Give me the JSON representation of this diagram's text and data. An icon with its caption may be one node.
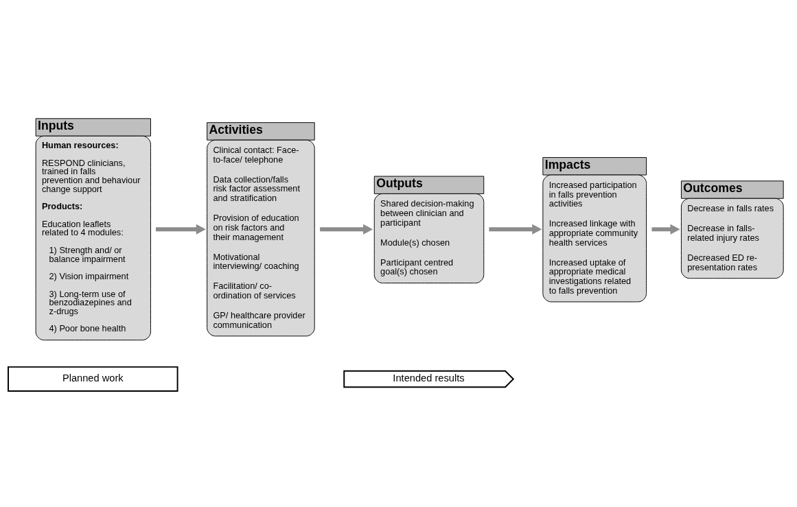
{
  "diagram": {
    "nodes": [
      {
        "text": [
          "Inputs",
          "Human resources:",
          "RESPOND clinicians, trained in falls prevention and behaviour change support",
          "Products:",
          "Education leaflets related to 4 modules:",
          "1) Strength and/ or balance impairment",
          "2) Vision impairment",
          "3) Long-term use of benzodiazepines and z-drugs",
          "4) Poor bone health"
        ]
      },
      {
        "text": [
          "Activities",
          "Clinical contact: Face-to-face/ telephone",
          "Data collection/falls risk factor assessment and stratification",
          "Provision of education on risk factors and their management",
          "Motivational interviewing/ coaching",
          "Facilitation/ co-ordination of services",
          "GP/ healthcare provider communication"
        ]
      },
      {
        "text": [
          "Outputs",
          "Shared decision-making between clinician and participant",
          "Module(s) chosen",
          "Participant centred goal(s) chosen"
        ]
      },
      {
        "text": [
          "Impacts",
          "Increased participation in falls prevention activities",
          "Increased linkage with appropriate community health services",
          "Increased uptake of appropriate medical investigations related to falls prevention"
        ]
      },
      {
        "text": [
          "Outcomes",
          "Decrease in falls rates",
          "Decrease in falls-related injury rates",
          "Decreased ED re-presentation rates"
        ]
      },
      {
        "text": [
          "Planned work"
        ]
      },
      {
        "text": [
          "Intended results"
        ]
      }
    ],
    "edges": [
      {
        "from": 0,
        "to": 1,
        "arrow": "to"
      },
      {
        "from": 1,
        "to": 2,
        "arrow": "to"
      },
      {
        "from": 2,
        "to": 3,
        "arrow": "to"
      },
      {
        "from": 3,
        "to": 4,
        "arrow": "to"
      }
    ]
  }
}
